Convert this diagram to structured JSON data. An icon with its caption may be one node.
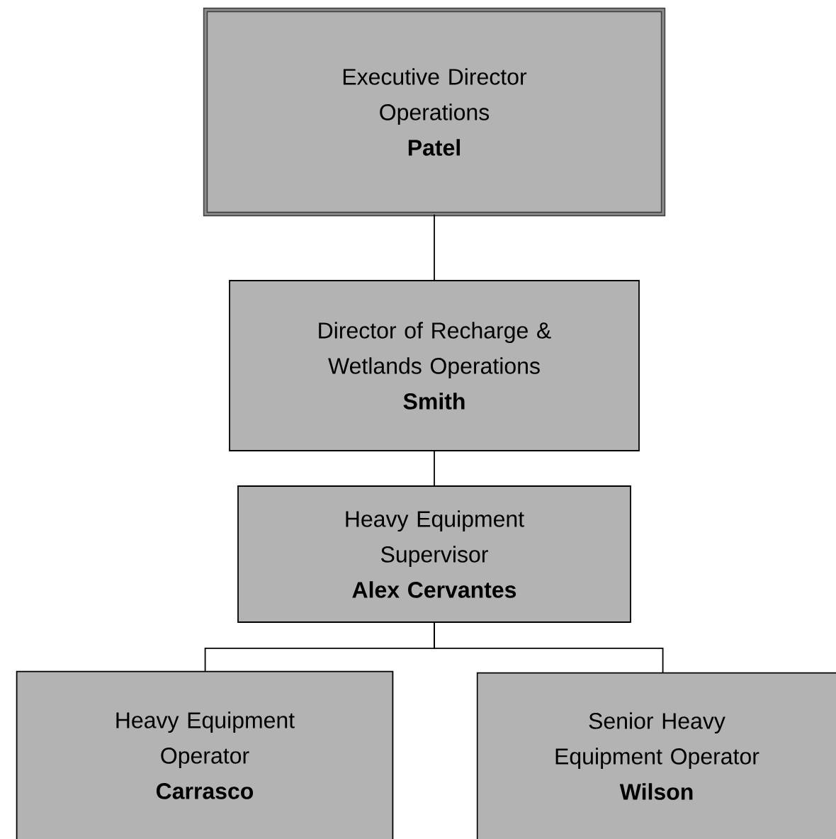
{
  "diagram": {
    "nodes": [
      {
        "text": [
          "Executive Director Operations",
          "Patel"
        ]
      },
      {
        "text": [
          "Director of Recharge & Wetlands Operations",
          "Smith"
        ]
      },
      {
        "text": [
          "Heavy Equipment Supervisor",
          "Alex Cervantes"
        ]
      },
      {
        "text": [
          "Heavy Equipment Operator",
          "Carrasco"
        ]
      },
      {
        "text": [
          "Senior Heavy Equipment Operator",
          "Wilson"
        ]
      }
    ],
    "edges": [
      {
        "from": 0,
        "to": 1,
        "arrow": "none"
      },
      {
        "from": 1,
        "to": 2,
        "arrow": "none"
      },
      {
        "from": 2,
        "to": 3,
        "arrow": "none"
      },
      {
        "from": 2,
        "to": 4,
        "arrow": "none"
      }
    ]
  }
}
